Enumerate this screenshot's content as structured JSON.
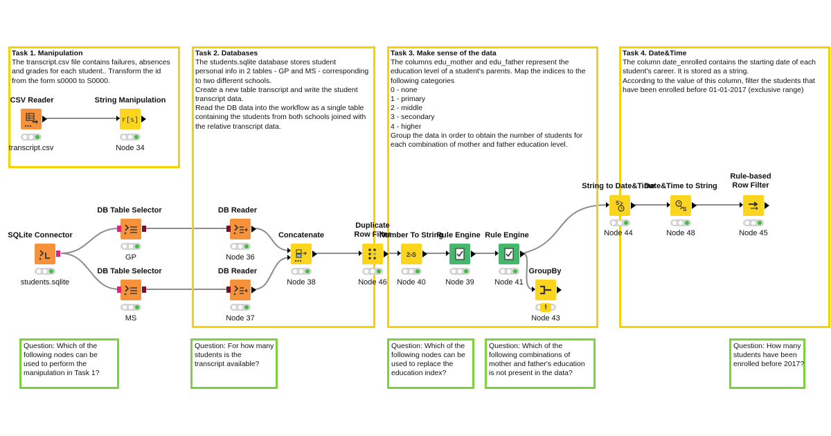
{
  "colors": {
    "annotation_border": "#f5d200",
    "question_border": "#7ad33a",
    "node_orange": "#f6923b",
    "node_yellow": "#fcd51e",
    "node_green": "#45b86b"
  },
  "tasks": [
    {
      "title": "Task 1. Manipulation",
      "lines": [
        "The transcript.csv file contains failures, absences",
        "and grades for each student.. Transform the id",
        "from the form s0000 to S0000."
      ]
    },
    {
      "title": "Task 2. Databases",
      "lines": [
        "The students.sqlite database stores student",
        "personal info in 2 tables - GP and MS - corresponding",
        "to two different schools.",
        "Create a new table transcript and write the student",
        "transcript data.",
        "Read the DB data into the workflow as a single table",
        "containing the students from both schools joined with",
        "the relative transcript data."
      ]
    },
    {
      "title": "Task 3. Make sense of the data",
      "lines": [
        "The columns edu_mother and edu_father represent the",
        "education level of a student's parents. Map the indices to the",
        "following categories",
        "0 - none",
        "1 - primary",
        "2 - middle",
        "3 - secondary",
        "4 - higher",
        "Group the data in order to obtain the number of students for",
        "each combination of mother and father education level."
      ]
    },
    {
      "title": "Task 4. Date&Time",
      "lines": [
        "The column date_enrolled contains the starting date of each",
        "student's career. It is stored as a string.",
        "According to the value of this column, filter the students that",
        "have been enrolled before 01-01-2017 (exclusive range)"
      ]
    }
  ],
  "questions": [
    {
      "lines": [
        "Question: Which of the",
        "following nodes can be",
        "used to perform the",
        "manipulation in Task 1?"
      ]
    },
    {
      "lines": [
        "Question: For how many",
        "students is the",
        "transcript available?"
      ]
    },
    {
      "lines": [
        "Question: Which of the",
        "following nodes can be",
        "used to replace the",
        "education index?"
      ]
    },
    {
      "lines": [
        "Question: Which of the",
        "following combinations of",
        "mother and father's education",
        "is not present in the data?"
      ]
    },
    {
      "lines": [
        "Question: How many",
        "students have been",
        "enrolled before 2017?"
      ]
    }
  ],
  "nodes": {
    "csv_reader": {
      "label": "CSV Reader",
      "caption": "transcript.csv",
      "icon": "table-read-icon"
    },
    "string_manip": {
      "label": "String Manipulation",
      "caption": "Node 34",
      "icon": "string-manipulation-icon"
    },
    "sqlite": {
      "label": "SQLite Connector",
      "caption": "students.sqlite",
      "icon": "database-connector-icon"
    },
    "db_sel_gp": {
      "label": "DB Table Selector",
      "caption": "GP",
      "icon": "db-table-selector-icon"
    },
    "db_sel_ms": {
      "label": "DB Table Selector",
      "caption": "MS",
      "icon": "db-table-selector-icon"
    },
    "db_reader_36": {
      "label": "DB Reader",
      "caption": "Node 36",
      "icon": "db-reader-icon"
    },
    "db_reader_37": {
      "label": "DB Reader",
      "caption": "Node 37",
      "icon": "db-reader-icon"
    },
    "concatenate": {
      "label": "Concatenate",
      "caption": "Node 38",
      "icon": "concatenate-icon"
    },
    "dup_filter": {
      "label_lines": [
        "Duplicate",
        "Row Filter"
      ],
      "caption": "Node 46",
      "icon": "duplicate-filter-icon"
    },
    "num_to_str": {
      "label": "Number To String",
      "caption": "Node 40",
      "icon": "number-to-string-icon"
    },
    "rule_39": {
      "label": "Rule Engine",
      "caption": "Node 39",
      "icon": "rule-engine-icon"
    },
    "rule_41": {
      "label": "Rule Engine",
      "caption": "Node 41",
      "icon": "rule-engine-icon"
    },
    "groupby": {
      "label": "GroupBy",
      "caption": "Node 43",
      "icon": "groupby-icon",
      "warning": "!"
    },
    "str_to_dt": {
      "label": "String to Date&Time",
      "caption": "Node 44",
      "icon": "string-to-datetime-icon"
    },
    "dt_to_str": {
      "label": "Date&Time to String",
      "caption": "Node 48",
      "icon": "datetime-to-string-icon"
    },
    "rule_filter": {
      "label_lines": [
        "Rule-based",
        "Row Filter"
      ],
      "caption": "Node 45",
      "icon": "rule-row-filter-icon"
    }
  }
}
